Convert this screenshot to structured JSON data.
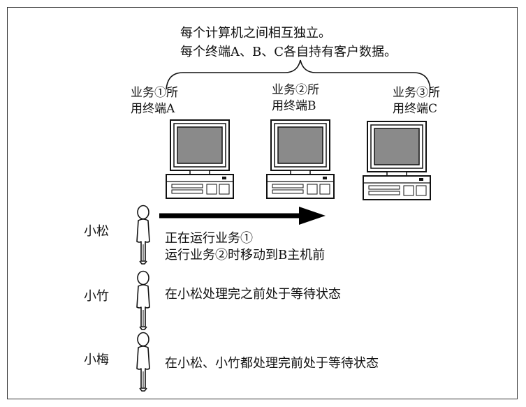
{
  "header": {
    "line1": "每个计算机之间相互独立。",
    "line2": "每个终端A、B、C各自持有客户数据。"
  },
  "terminals": [
    {
      "line1": "业务①所",
      "line2": "用终端A"
    },
    {
      "line1": "业务②所",
      "line2": "用终端B"
    },
    {
      "line1": "业务③所",
      "line2": "用终端C"
    }
  ],
  "people": [
    {
      "name": "小松",
      "desc1": "正在运行业务①",
      "desc2": "运行业务②时移动到B主机前"
    },
    {
      "name": "小竹",
      "desc1": "在小松处理完之前处于等待状态"
    },
    {
      "name": "小梅",
      "desc1": "在小松、小竹都处理完前处于等待状态"
    }
  ]
}
